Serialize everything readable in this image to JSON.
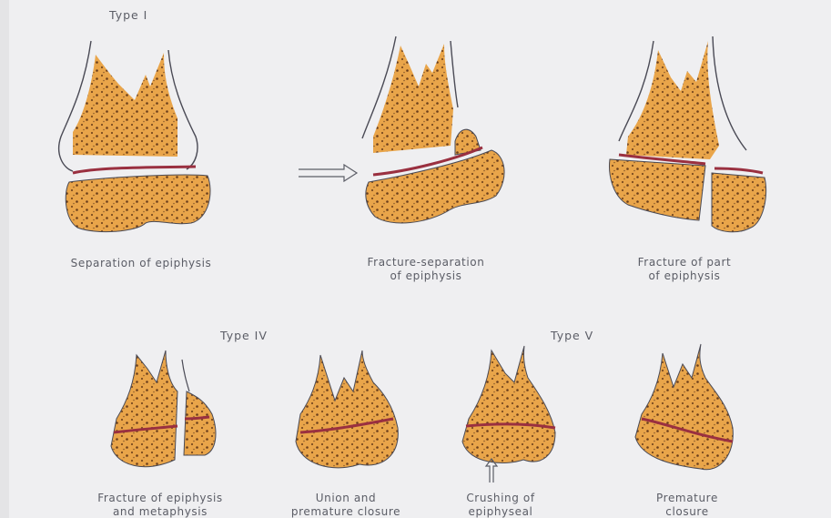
{
  "type_labels": {
    "type_1": "Type I",
    "type_4": "Type IV",
    "type_5": "Type V"
  },
  "captions": {
    "separation": [
      "Separation of epiphysis"
    ],
    "fracture_separation": [
      "Fracture-separation",
      "of epiphysis"
    ],
    "fracture_part": [
      "Fracture of part",
      "of epiphysis"
    ],
    "fracture_metaphysis": [
      "Fracture of epiphysis",
      "and metaphysis"
    ],
    "union": [
      "Union and",
      "premature closure"
    ],
    "crushing": [
      "Crushing of",
      "epiphyseal"
    ],
    "premature": [
      "Premature",
      "closure"
    ]
  },
  "colors": {
    "bone_fill": "#e9a54a",
    "bone_dot": "#7a4a20",
    "growth_plate": "#9a3040",
    "outline": "#4a4a55",
    "text": "#5b5d66"
  },
  "icons": [
    "arrow-pointer-icon",
    "up-arrow-icon"
  ]
}
